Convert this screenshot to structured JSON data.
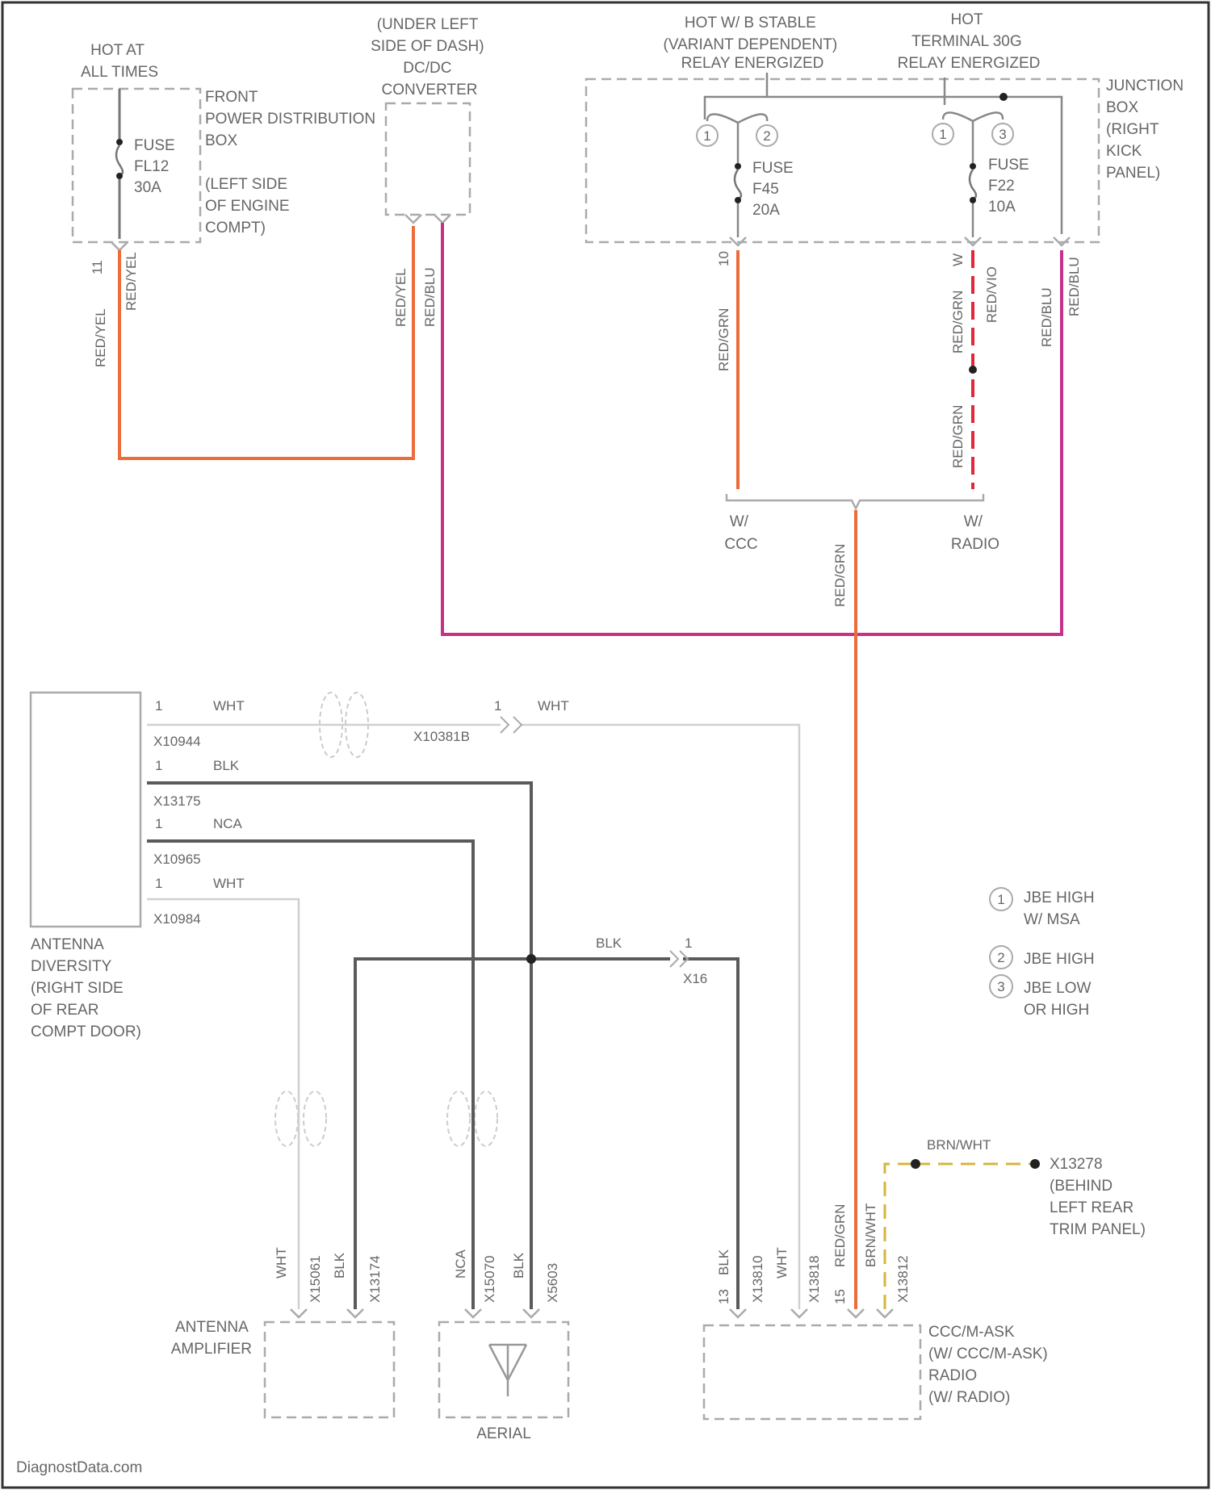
{
  "power": {
    "hot_at_all_times": [
      "HOT AT",
      "ALL TIMES"
    ],
    "front_pdb": [
      "FRONT",
      "POWER DISTRIBUTION",
      "BOX"
    ],
    "fuse_fl12": [
      "FUSE",
      "FL12",
      "30A"
    ],
    "pdb_location": [
      "(LEFT SIDE",
      "OF ENGINE",
      "COMPT)"
    ],
    "dcdc": [
      "(UNDER LEFT",
      "SIDE OF DASH)",
      "DC/DC",
      "CONVERTER"
    ],
    "hot_b_stable": [
      "HOT W/ B STABLE",
      "(VARIANT DEPENDENT)",
      "RELAY ENERGIZED"
    ],
    "hot_terminal_30g": [
      "HOT",
      "TERMINAL 30G",
      "RELAY ENERGIZED"
    ],
    "junction_box": [
      "JUNCTION",
      "BOX",
      "(RIGHT",
      "KICK",
      "PANEL)"
    ],
    "fuse_f45": [
      "FUSE",
      "F45",
      "20A"
    ],
    "fuse_f22": [
      "FUSE",
      "F22",
      "10A"
    ],
    "w_ccc": [
      "W/",
      "CCC"
    ],
    "w_radio": [
      "W/",
      "RADIO"
    ]
  },
  "wire_labels": {
    "pdb_pin": "11",
    "pdb_wire_1": "RED/YEL",
    "pdb_wire_2": "RED/YEL",
    "dcdc_wire_1": "RED/YEL",
    "dcdc_wire_2": "RED/BLU",
    "f45_pin": "10",
    "f45_wire": "RED/GRN",
    "f22_pin": "W",
    "f22_wire_upper_a": "RED/GRN",
    "f22_wire_upper_b": "RED/VIO",
    "f22_wire_lower": "RED/GRN",
    "jb_wire_a": "RED/BLU",
    "jb_wire_b": "RED/BLU",
    "splice_wire": "RED/GRN"
  },
  "antenna_diversity": {
    "label": [
      "ANTENNA",
      "DIVERSITY",
      "(RIGHT SIDE",
      "OF REAR",
      "COMPT DOOR)"
    ],
    "rows": [
      {
        "pin": "1",
        "color": "WHT",
        "connector": "X10944"
      },
      {
        "pin": "1",
        "color": "BLK",
        "connector": "X13175"
      },
      {
        "pin": "1",
        "color": "NCA",
        "connector": "X10965"
      },
      {
        "pin": "1",
        "color": "WHT",
        "connector": "X10984"
      }
    ],
    "inline_connector": "X10381B",
    "inline_pin": "1",
    "inline_color": "WHT",
    "blk_label": "BLK",
    "x16_pin": "1",
    "x16": "X16"
  },
  "bottom_connectors": {
    "amp_pins": [
      "WHT",
      "X15061",
      "BLK",
      "X13174"
    ],
    "aerial_pins": [
      "NCA",
      "X15070",
      "BLK",
      "X5603"
    ],
    "radio_pins": [
      "13",
      "BLK",
      "X13810",
      "WHT",
      "X13818",
      "15",
      "RED/GRN",
      "BRN/WHT",
      "X13812"
    ]
  },
  "components": {
    "antenna_amplifier": [
      "ANTENNA",
      "AMPLIFIER"
    ],
    "aerial": "AERIAL",
    "radio": [
      "CCC/M-ASK",
      "(W/ CCC/M-ASK)",
      "RADIO",
      "(W/ RADIO)"
    ],
    "x13278": [
      "X13278",
      "(BEHIND",
      "LEFT REAR",
      "TRIM PANEL)"
    ],
    "brn_wht": "BRN/WHT"
  },
  "legend": [
    {
      "symbol": "1",
      "text": [
        "JBE HIGH",
        "W/ MSA"
      ]
    },
    {
      "symbol": "2",
      "text": [
        "JBE HIGH"
      ]
    },
    {
      "symbol": "3",
      "text": [
        "JBE LOW",
        "OR HIGH"
      ]
    }
  ],
  "watermark": "DiagnostData.com",
  "colors": {
    "orange": "#ec6c3b",
    "magenta": "#c7308a",
    "red": "#e0283a",
    "gray": "#5a5a5a",
    "light": "#cfcfcf",
    "dash": "#aaaaaa",
    "yellow_dash": "#d6b63c"
  }
}
